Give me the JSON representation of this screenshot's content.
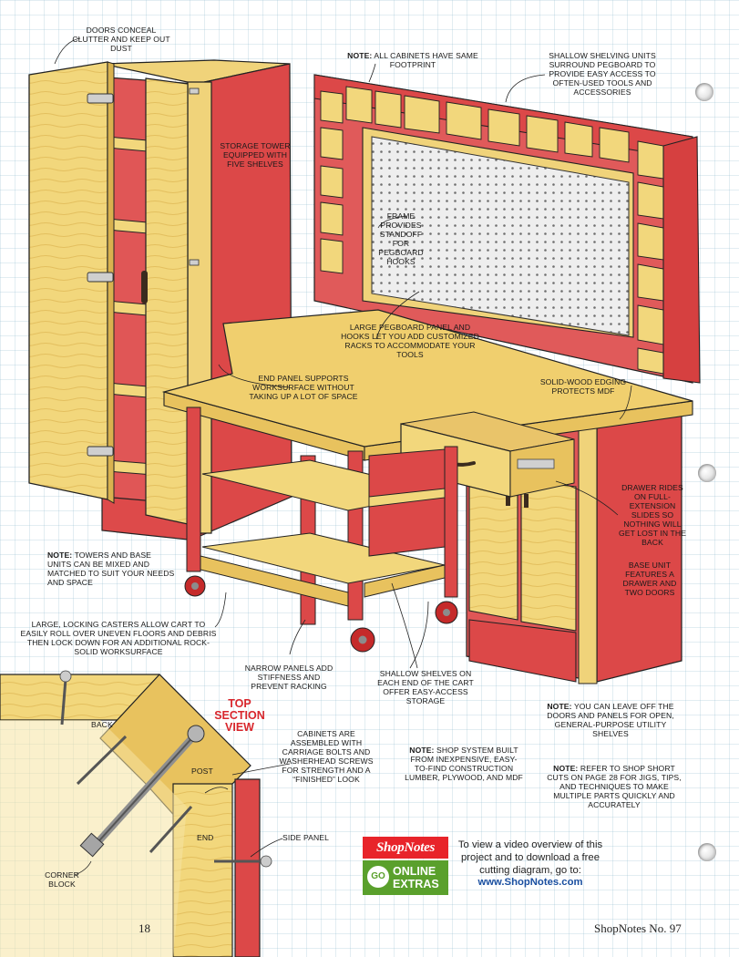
{
  "captions": {
    "doors": "DOORS CONCEAL CLUTTER AND KEEP OUT DUST",
    "footprint_note_label": "NOTE:",
    "footprint_note": "ALL CABINETS HAVE SAME FOOTPRINT",
    "shallow_shelving": "SHALLOW SHELVING UNITS SURROUND PEGBOARD TO PROVIDE EASY ACCESS TO OFTEN-USED TOOLS AND ACCESSORIES",
    "storage_tower": "STORAGE TOWER EQUIPPED WITH FIVE SHELVES",
    "frame": "FRAME PROVIDES STANDOFF FOR PEGBOARD HOOKS",
    "pegboard": "LARGE PEGBOARD PANEL AND HOOKS LET YOU ADD CUSTOMIZED RACKS TO ACCOMMODATE YOUR TOOLS",
    "end_panel": "END PANEL SUPPORTS WORKSURFACE WITHOUT TAKING UP A LOT OF SPACE",
    "edging": "SOLID-WOOD EDGING PROTECTS MDF",
    "drawer": "DRAWER RIDES ON FULL-EXTENSION SLIDES SO NOTHING WILL GET LOST IN THE BACK",
    "base_unit": "BASE UNIT FEATURES A DRAWER AND TWO DOORS",
    "towers_note_label": "NOTE:",
    "towers_note": "TOWERS AND BASE UNITS CAN BE MIXED AND MATCHED TO SUIT YOUR NEEDS AND SPACE",
    "casters": "LARGE, LOCKING CASTERS ALLOW CART TO EASILY ROLL OVER UNEVEN FLOORS AND DEBRIS THEN LOCK DOWN FOR AN ADDITIONAL ROCK-SOLID WORKSURFACE",
    "narrow_panels": "NARROW PANELS ADD STIFFNESS AND PREVENT RACKING",
    "shallow_shelves": "SHALLOW SHELVES ON EACH END OF THE CART OFFER EASY-ACCESS STORAGE",
    "leave_off_label": "NOTE:",
    "leave_off": "YOU CAN LEAVE OFF THE DOORS AND PANELS FOR OPEN, GENERAL-PURPOSE UTILITY SHELVES",
    "cabinets": "CABINETS ARE ASSEMBLED WITH CARRIAGE BOLTS AND WASHERHEAD SCREWS FOR STRENGTH AND A “FINISHED” LOOK",
    "shop_system_label": "NOTE:",
    "shop_system": "SHOP SYSTEM BUILT FROM INEXPENSIVE, EASY-TO-FIND CONSTRUCTION LUMBER, PLYWOOD, AND MDF",
    "refer_label": "NOTE:",
    "refer": "REFER TO SHOP SHORT CUTS ON PAGE 28 FOR JIGS, TIPS, AND TECHNIQUES TO MAKE MULTIPLE PARTS QUICKLY AND ACCURATELY"
  },
  "section_view": {
    "title_line1": "TOP",
    "title_line2": "SECTION",
    "title_line3": "VIEW",
    "back": "BACK",
    "post": "POST",
    "end": "END",
    "side_panel": "SIDE PANEL",
    "corner_block": "CORNER BLOCK"
  },
  "extras": {
    "logo": "ShopNotes",
    "go": "GO",
    "line1": "ONLINE",
    "line2": "EXTRAS",
    "text": "To view a video overview of this project and to download a free cutting diagram, go to:",
    "url": "www.ShopNotes.com"
  },
  "footer": {
    "page_number": "18",
    "title": "ShopNotes No. 97"
  },
  "colors": {
    "cabinet_red": "#dd4a4a",
    "plywood": "#f0d37a",
    "brand_red": "#e8242a",
    "brand_green": "#5aa02c",
    "section_title_red": "#d8262c"
  }
}
